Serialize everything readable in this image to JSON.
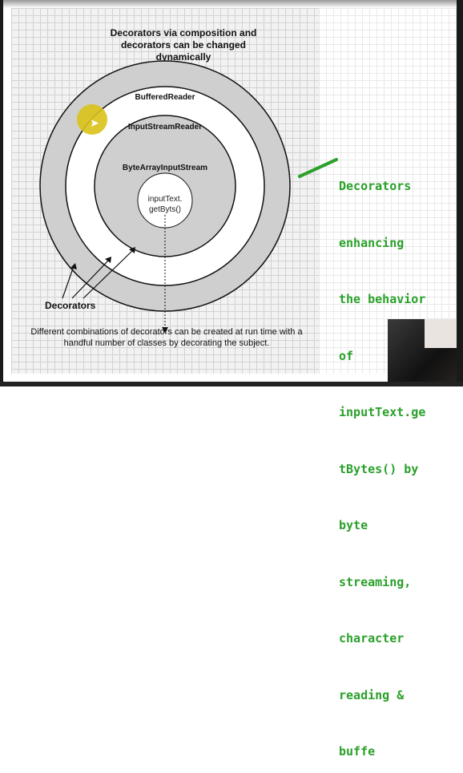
{
  "diagram": {
    "title": "Decorators via composition and decorators can be changed dynamically",
    "title_lines": [
      "Decorators via composition and",
      "decorators can be changed",
      "dynamically"
    ],
    "rings": [
      {
        "label": "BufferedReader",
        "fill": "#cfcfcf"
      },
      {
        "label": "InputStreamReader",
        "fill": "#ffffff"
      },
      {
        "label": "ByteArrayInputStream",
        "fill": "#cfcfcf"
      }
    ],
    "center": {
      "line1": "inputText.",
      "line2": "getByts()"
    },
    "decorators_label": "Decorators",
    "caption": "Different combinations of decorators can be created at run time with a handful number of classes by decorating the subject."
  },
  "annotation": {
    "text": "Decorators enhancing the behavior of inputText.getBytes() by byte streaming, character reading & buffe",
    "lines": [
      "Decorators",
      "enhancing",
      "the behavior",
      "of",
      "inputText.ge",
      "tBytes() by",
      "byte",
      "streaming,",
      "character",
      "reading &",
      "buffe"
    ],
    "color": "#2aa02a"
  },
  "colors": {
    "grid_bg": "#f2f2f2",
    "ring_grey": "#cfcfcf",
    "cursor_highlight": "#d9c21a"
  }
}
